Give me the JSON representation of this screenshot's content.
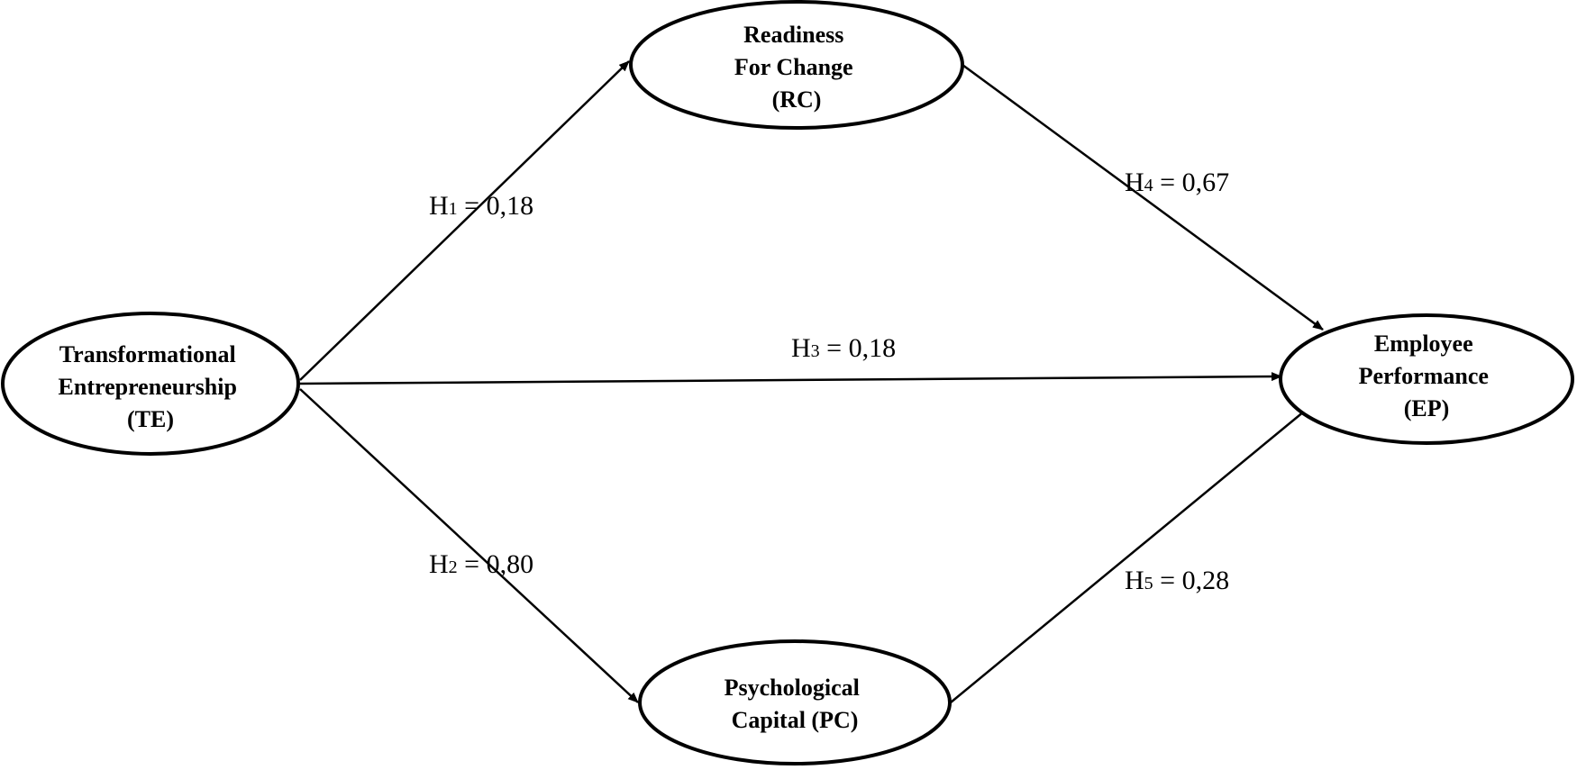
{
  "nodes": {
    "te": {
      "lines": [
        "Transformational",
        "Entrepreneurship",
        "(TE)"
      ]
    },
    "rc": {
      "lines": [
        "Readiness",
        "For Change",
        "(RC)"
      ]
    },
    "pc": {
      "lines": [
        "Psychological",
        "Capital (PC)"
      ]
    },
    "ep": {
      "lines": [
        "Employee",
        "Performance",
        "(EP)"
      ]
    }
  },
  "edges": {
    "h1": {
      "prefix": "H",
      "sub": "1",
      "value": " = 0,18"
    },
    "h2": {
      "prefix": "H",
      "sub": "2",
      "value": " = 0,80"
    },
    "h3": {
      "prefix": "H",
      "sub": "3",
      "value": " = 0,18"
    },
    "h4": {
      "prefix": "H",
      "sub": "4",
      "value": " = 0,67"
    },
    "h5": {
      "prefix": "H",
      "sub": "5",
      "value": " = 0,28"
    }
  }
}
